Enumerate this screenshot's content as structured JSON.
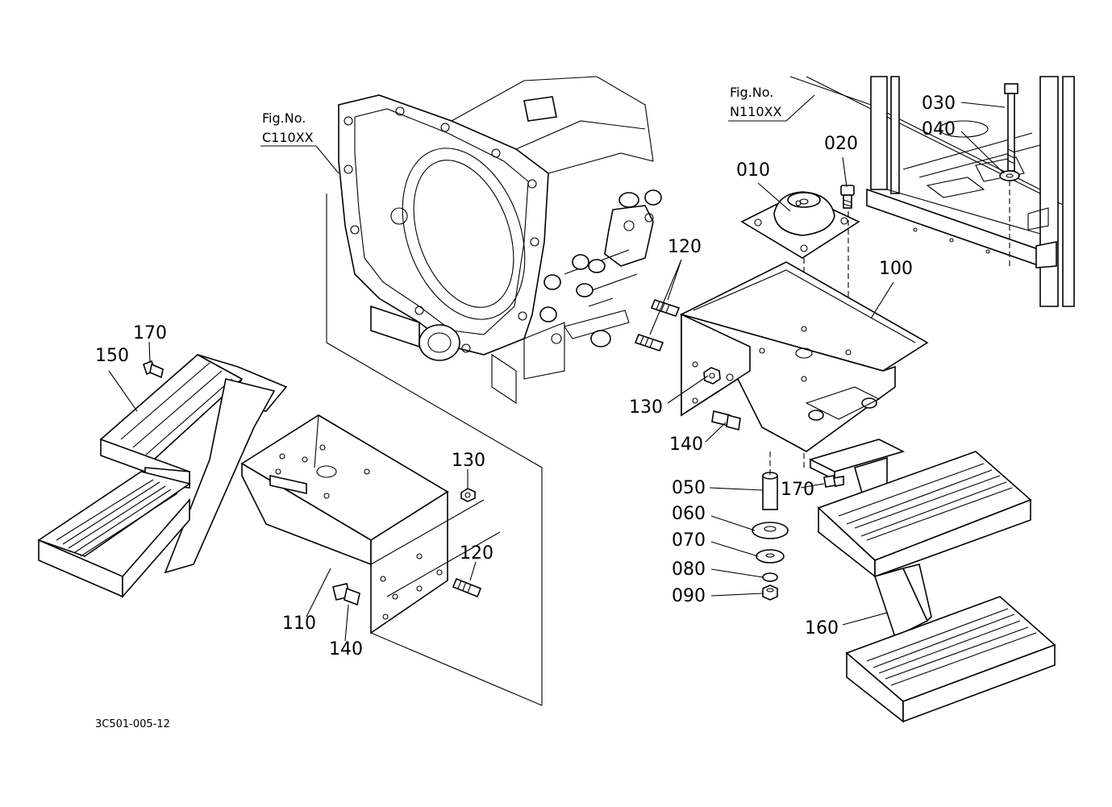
{
  "figure_refs": [
    {
      "line1": "Fig.No.",
      "line2": "C110XX"
    },
    {
      "line1": "Fig.No.",
      "line2": "N110XX"
    }
  ],
  "part_labels": {
    "p010": "010",
    "p020": "020",
    "p030": "030",
    "p040": "040",
    "p050": "050",
    "p060": "060",
    "p070": "070",
    "p080": "080",
    "p090": "090",
    "p100": "100",
    "p110": "110",
    "p120_top": "120",
    "p120_bottom": "120",
    "p130_top": "130",
    "p130_bottom": "130",
    "p140_top": "140",
    "p140_bottom": "140",
    "p150": "150",
    "p160": "160",
    "p170_left": "170",
    "p170_right": "170"
  },
  "drawing_code": "3C501-005-12"
}
